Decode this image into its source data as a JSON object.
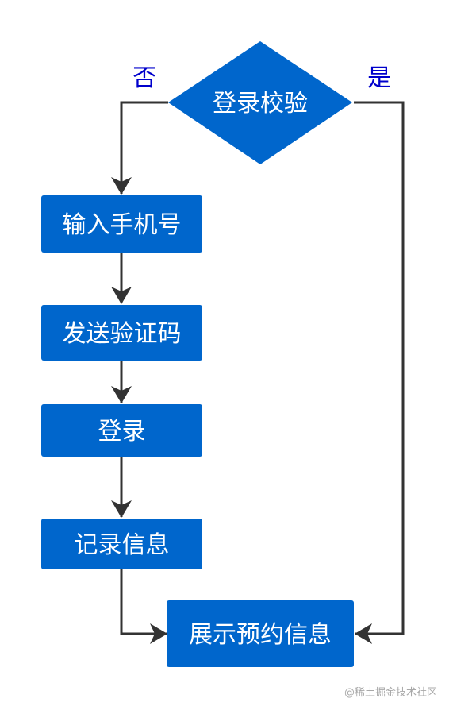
{
  "colors": {
    "node_fill": "#0066cc",
    "node_text": "#ffffff",
    "edge": "#333333",
    "edge_label": "#0000cc",
    "watermark": "#a8a8a8"
  },
  "decision": {
    "label": "登录校验",
    "yes_label": "是",
    "no_label": "否"
  },
  "steps": [
    {
      "label": "输入手机号"
    },
    {
      "label": "发送验证码"
    },
    {
      "label": "登录"
    },
    {
      "label": "记录信息"
    }
  ],
  "end": {
    "label": "展示预约信息"
  },
  "watermark": "@稀土掘金技术社区"
}
